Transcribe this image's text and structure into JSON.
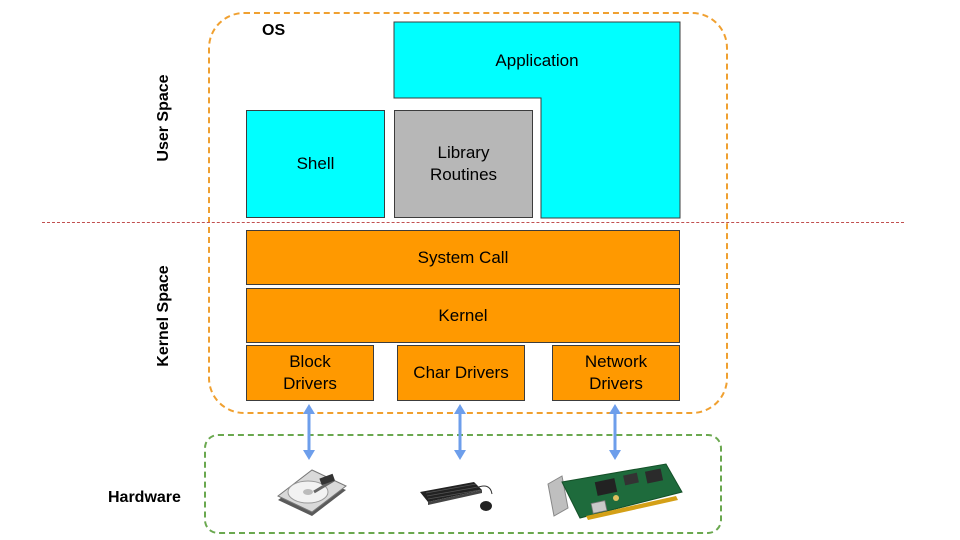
{
  "labels": {
    "os": "OS",
    "user_space": "User Space",
    "kernel_space": "Kernel Space",
    "hardware": "Hardware"
  },
  "user_space": {
    "shell": "Shell",
    "library": "Library\nRoutines",
    "application": "Application"
  },
  "kernel_space": {
    "system_call": "System Call",
    "kernel": "Kernel",
    "drivers": [
      {
        "label": "Block\nDrivers",
        "hardware_icon": "hard-disk-icon"
      },
      {
        "label": "Char Drivers",
        "hardware_icon": "keyboard-mouse-icon"
      },
      {
        "label": "Network\nDrivers",
        "hardware_icon": "network-card-icon"
      }
    ]
  },
  "colors": {
    "user_box": "#00ffff",
    "library_box": "#b7b7b7",
    "kernel_box": "#ff9900",
    "os_boundary": "#f0a030",
    "hardware_boundary": "#6aa84f",
    "arrow": "#6d9eeb"
  }
}
